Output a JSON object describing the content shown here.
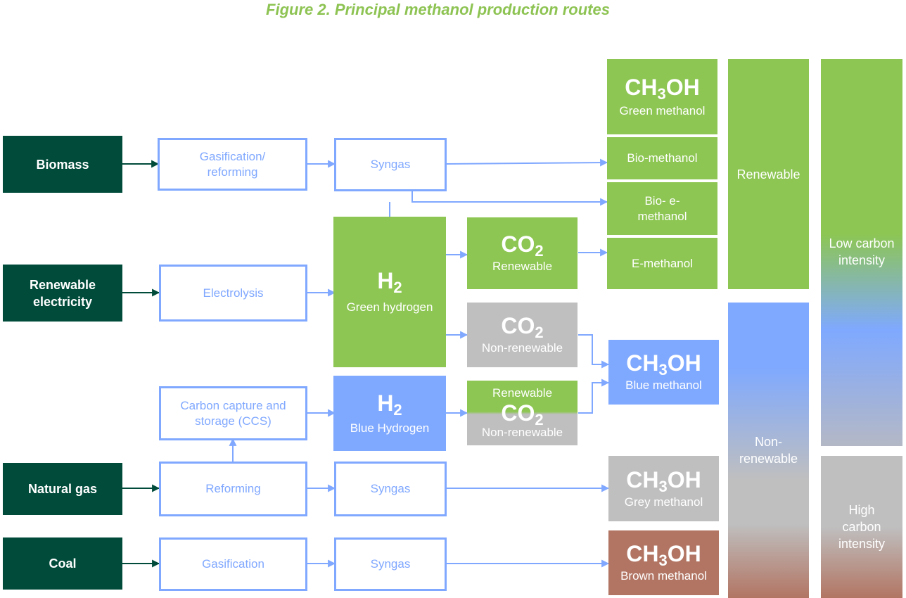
{
  "title": "Figure 2. Principal methanol production routes",
  "sources": {
    "biomass": "Biomass",
    "renewable_electricity": "Renewable electricity",
    "natural_gas": "Natural gas",
    "coal": "Coal"
  },
  "processes": {
    "gasification_reforming": "Gasification/ reforming",
    "syngas": "Syngas",
    "electrolysis": "Electrolysis",
    "ccs": "Carbon capture and storage (CCS)",
    "reforming": "Reforming",
    "gasification": "Gasification"
  },
  "hydrogen": {
    "formula": "H",
    "subscript": "2",
    "green_label": "Green hydrogen",
    "blue_label": "Blue Hydrogen"
  },
  "co2": {
    "formula": "CO",
    "subscript": "2",
    "renewable_label": "Renewable",
    "nonrenewable_label": "Non-renewable"
  },
  "methanol": {
    "formula_a": "CH",
    "subscript": "3",
    "formula_b": "OH",
    "green": "Green methanol",
    "bio": "Bio-methanol",
    "bio_e": "Bio- e-methanol",
    "e": "E-methanol",
    "blue": "Blue methanol",
    "grey": "Grey methanol",
    "brown": "Brown methanol"
  },
  "categories": {
    "renewable": "Renewable",
    "non_renewable": "Non- renewable",
    "low_carbon": "Low carbon intensity",
    "high_carbon": "High carbon intensity"
  },
  "colors": {
    "title": "#8dc352",
    "source": "#004b3a",
    "process_border": "#80a8ff",
    "green": "#8dc652",
    "blue": "#7fa9ff",
    "grey": "#bfbfbf",
    "brown": "#b27563"
  }
}
